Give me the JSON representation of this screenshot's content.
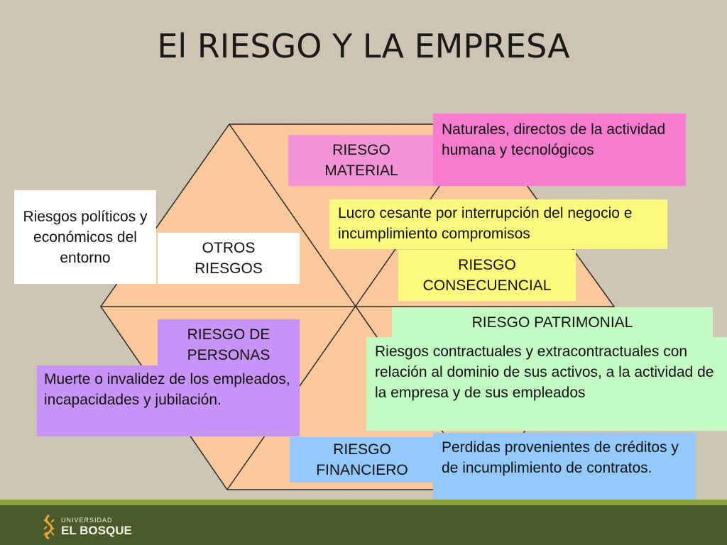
{
  "title": "El RIESGO Y LA EMPRESA",
  "boxes": {
    "riesgo_material": "RIESGO MATERIAL",
    "naturales": "Naturales, directos de la actividad humana y tecnológicos",
    "lucro": "Lucro cesante por interrupción del negocio e incumplimiento compromisos",
    "riesgo_consecuencial": "RIESGO CONSECUENCIAL",
    "riesgos_politicos": "Riesgos políticos y económicos del entorno",
    "otros_riesgos": "OTROS RIESGOS",
    "riesgo_personas": "RIESGO DE PERSONAS",
    "muerte": "Muerte o invalidez de los empleados, incapacidades y jubilación.",
    "riesgo_patrimonial": "RIESGO PATRIMONIAL",
    "riesgos_contractuales": "Riesgos contractuales y extracontractuales con relación al dominio de sus activos, a la actividad de la empresa y de sus empleados",
    "riesgo_financiero": "RIESGO FINANCIERO",
    "perdidas": "Perdidas provenientes de créditos y de incumplimiento de contratos."
  },
  "logo": {
    "line1": "UNIVERSIDAD",
    "line2": "EL BOSQUE"
  },
  "colors": {
    "hexagon_fill": "#fbc89b",
    "pink": "#f57ccf",
    "yellow": "#fbfa7e",
    "purple": "#c893f7",
    "green": "#c3fbc3",
    "blue": "#93c9fb",
    "footer": "#4a5a2a"
  }
}
